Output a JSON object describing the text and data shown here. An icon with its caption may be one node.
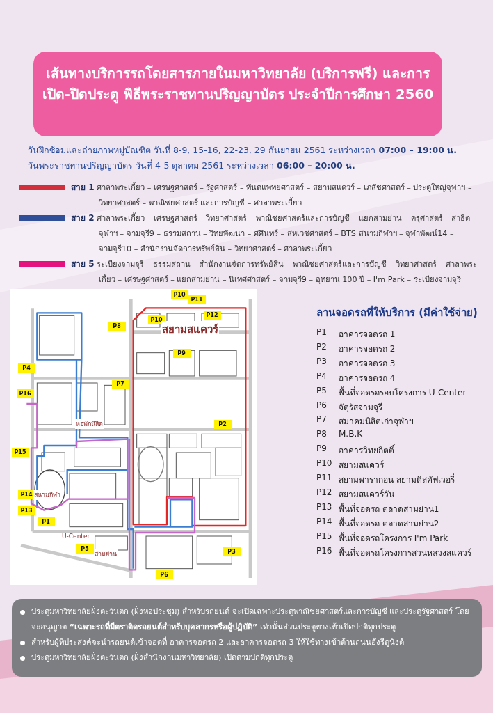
{
  "diagram": {
    "nodes": [
      {
        "text": [
          "เส้นทางบริการรถโดยสารภายในมหาวิทยาลัย (บริการฟรี) และการเปิด-ปิดประตู พิธีพระราชทานปริญญาบัตร ประจำปีการศึกษา 2560"
        ]
      },
      {
        "text": [
          "ประตูมหาวิทยาลัยฝั่งตะวันตก (ฝั่งหอประชุม) สำหรับรถยนต์ จะเปิดเฉพาะประตูพาณิชยศาสตร์และการบัญชี และประตูรัฐศาสตร์ โดยจะอนุญาต **“เฉพาะรถที่มีตราติดรถยนต์สำหรับบุคลากรหรือผู้ปฏิบัติ”** เท่านั้นส่วนประตูทางเท้าเปิดปกติทุกประตู",
          "สำหรับผู้ที่ประสงค์จะนำรถยนต์เข้าจอดที่ อาคารจอดรถ 2 และอาคารจอดรถ 3 ให้ใช้ทางเข้าด้านถนนอังรีดูนังต์",
          "ประตูมหาวิทยาลัยฝั่งตะวันตก (ฝั่งสำนักงานมหาวิทยาลัย) เปิดตามปกติทุกประตู"
        ]
      },
      {
        "text": [
          "P10"
        ]
      },
      {
        "text": [
          "P11"
        ]
      },
      {
        "text": [
          "P12"
        ]
      },
      {
        "text": [
          "P10"
        ]
      },
      {
        "text": [
          "P8"
        ]
      },
      {
        "text": [
          "P9"
        ]
      },
      {
        "text": [
          "P4"
        ]
      },
      {
        "text": [
          "P7"
        ]
      },
      {
        "text": [
          "P16"
        ]
      },
      {
        "text": [
          "P2"
        ]
      },
      {
        "text": [
          "P15"
        ]
      },
      {
        "text": [
          "P14"
        ]
      },
      {
        "text": [
          "P13"
        ]
      },
      {
        "text": [
          "P1"
        ]
      },
      {
        "text": [
          "P5"
        ]
      },
      {
        "text": [
          "P3"
        ]
      },
      {
        "text": [
          "P6"
        ]
      }
    ],
    "labels": [
      "วันฝึกซ้อมและถ่ายภาพหมู่บัณฑิต วันที่ 8-9, 15-16, 22-23, 29 กันยายน 2561 ระหว่างเวลา **07:00 – 19:00 น.**",
      "วันพระราชทานปริญญาบัตร วันที่ 4-5  ตุลาคม 2561 ระหว่างเวลา **06:00 – 20:00 น.**",
      "สยามสแควร์",
      "หอพักนิสิต",
      "สนามกีฬา",
      "U-Center",
      "สามย่าน",
      "ลานจอดรถที่ให้บริการ (มีค่าใช้จ่าย)",
      "P1",
      "อาคารจอดรถ 1",
      "P2",
      "อาคารจอดรถ 2",
      "P3",
      "อาคารจอดรถ 3",
      "P4",
      "อาคารจอดรถ 4",
      "P5",
      "พื้นที่จอดรถรอบโครงการ U-Center",
      "P6",
      "จัตุรัสจามจุรี",
      "P7",
      "สมาคมนิสิตเก่าจุฬาฯ",
      "P8",
      "M.B.K",
      "P9",
      "อาคารวิทยกิตติ์",
      "P10",
      "สยามสแควร์",
      "P11",
      "สยามพารากอน สยามดิสคัฟเวอรี่",
      "P12",
      "สยามสแควร์วัน",
      "P13",
      "พื้นที่จอดรถ  ตลาดสามย่าน1",
      "P14",
      "พื้นที่จอดรถ  ตลาดสามย่าน2",
      "P15",
      "พื้นที่จอดรถโครงการ I'm Park",
      "P16",
      "พื้นที่จอดรถโครงการสวนหลวงสแควร์"
    ],
    "legend": [
      {
        "text": "**สาย 1** ศาลาพระเกี้ยว – เศรษฐศาสตร์ – รัฐศาสตร์ – ทันตแพทยศาสตร์ – สยามสแควร์ – เภสัชศาสตร์ – ประตูใหญ่จุฬาฯ – วิทยาศาสตร์ – พาณิชยศาสตร์ และการบัญชี – ศาลาพระเกี้ยว",
        "color": "#d22f3c"
      },
      {
        "text": "**สาย 2** ศาลาพระเกี้ยว – เศรษฐศาสตร์ – วิทยาศาสตร์ – พาณิชยศาสตร์และการบัญชี – แยกสามย่าน – ครุศาสตร์ – สาธิตจุฬาฯ – จามจุรี9 – ธรรมสถาน – วิทยพัฒนา – ศศินทร์ – สหเวชศาสตร์ – BTS สนามกีฬาฯ – จุฬาพัฒน์14 – จามจุรี10 – สำนักงานจัดการทรัพย์สิน – วิทยาศาสตร์ – ศาลาพระเกี้ยว",
        "color": "#2f4f98"
      },
      {
        "text": "**สาย 5** ระเบียงจามจุรี – ธรรมสถาน – สำนักงานจัดการทรัพย์สิน – พาณิชยศาสตร์และการบัญชี – วิทยาศาสตร์ – ศาลาพระเกี้ยว – เศรษฐศาสตร์ – แยกสามย่าน – นิเทศศาสตร์ – จามจุรี9 – อุทยาน 100 ปี – I'm Park – ระเบียงจามจุรี",
        "color": "#e5117f"
      }
    ]
  }
}
